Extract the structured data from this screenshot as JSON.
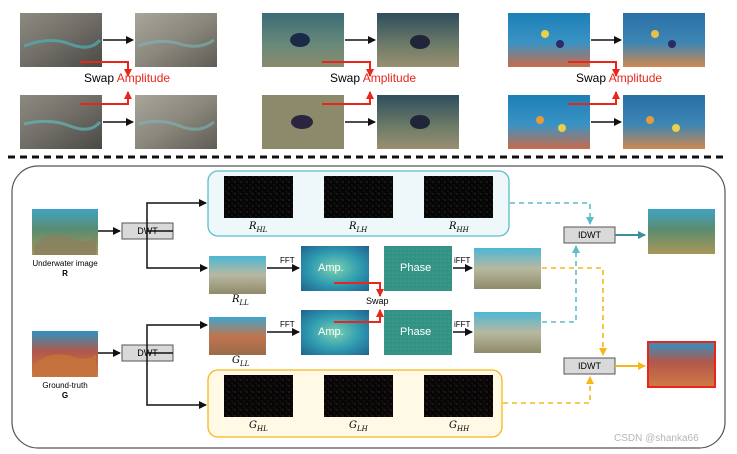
{
  "top": {
    "swap_word": "Swap",
    "amplitude_word": "Amplitude"
  },
  "ops": {
    "dwt": "DWT",
    "idwt": "IDWT",
    "fft": "FFT",
    "ifft": "iFFT",
    "amp": "Amp.",
    "phase": "Phase",
    "swap": "Swap"
  },
  "inputs": {
    "underwater_caption": "Underwater image",
    "underwater_symbol": "R",
    "gt_caption": "Ground-truth",
    "gt_symbol": "G"
  },
  "subbands": {
    "R_HL": {
      "main": "R",
      "sub": "HL"
    },
    "R_LH": {
      "main": "R",
      "sub": "LH"
    },
    "R_HH": {
      "main": "R",
      "sub": "HH"
    },
    "R_LL": {
      "main": "R",
      "sub": "LL"
    },
    "G_LL": {
      "main": "G",
      "sub": "LL"
    },
    "G_HL": {
      "main": "G",
      "sub": "HL"
    },
    "G_LH": {
      "main": "G",
      "sub": "LH"
    },
    "G_HH": {
      "main": "G",
      "sub": "HH"
    }
  },
  "watermark": "CSDN @shanka66",
  "colors": {
    "swap_red": "#e8261c",
    "teal_dash": "#5bbccc",
    "teal_arrow": "#3e8f9c",
    "gold": "#f5b81a",
    "panel_teal_fill": "#eef7f9",
    "panel_gold_fill": "#fff9e6",
    "amp_fill": "#2a8ea8",
    "phase_fill": "#2f8f84"
  }
}
